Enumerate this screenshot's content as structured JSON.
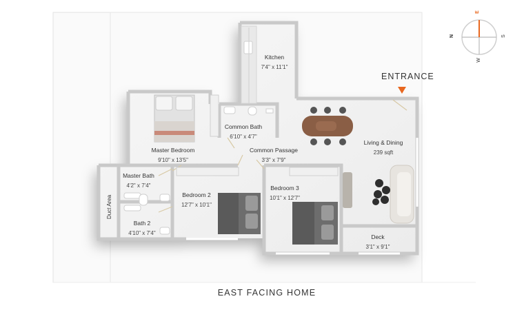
{
  "compass": {
    "north": "N",
    "east": "E",
    "south": "S",
    "west": "W",
    "accent": "#e8671f"
  },
  "entrance": {
    "label": "ENTRANCE",
    "arrow_color": "#e8671f"
  },
  "caption": "EAST FACING HOME",
  "rooms": {
    "kitchen": {
      "name": "Kitchen",
      "dim": "7'4\" x 11'1\""
    },
    "common_bath": {
      "name": "Common Bath",
      "dim": "6'10\" x 4'7\""
    },
    "master_bedroom": {
      "name": "Master Bedroom",
      "dim": "9'10\" x 13'5\""
    },
    "common_passage": {
      "name": "Common Passage",
      "dim": "3'3\" x 7'9\""
    },
    "living_dining": {
      "name": "Living & Dining",
      "dim": "239 sqft"
    },
    "master_bath": {
      "name": "Master Bath",
      "dim": "4'2\" x 7'4\""
    },
    "bedroom_2": {
      "name": "Bedroom 2",
      "dim": "12'7\" x 10'1\""
    },
    "bedroom_3": {
      "name": "Bedroom 3",
      "dim": "10'1\" x 12'7\""
    },
    "duct_area": {
      "name": "Duct Area"
    },
    "bath_2": {
      "name": "Bath 2",
      "dim": "4'10\" x 7'4\""
    },
    "deck": {
      "name": "Deck",
      "dim": "3'1\" x 9'1\""
    }
  }
}
